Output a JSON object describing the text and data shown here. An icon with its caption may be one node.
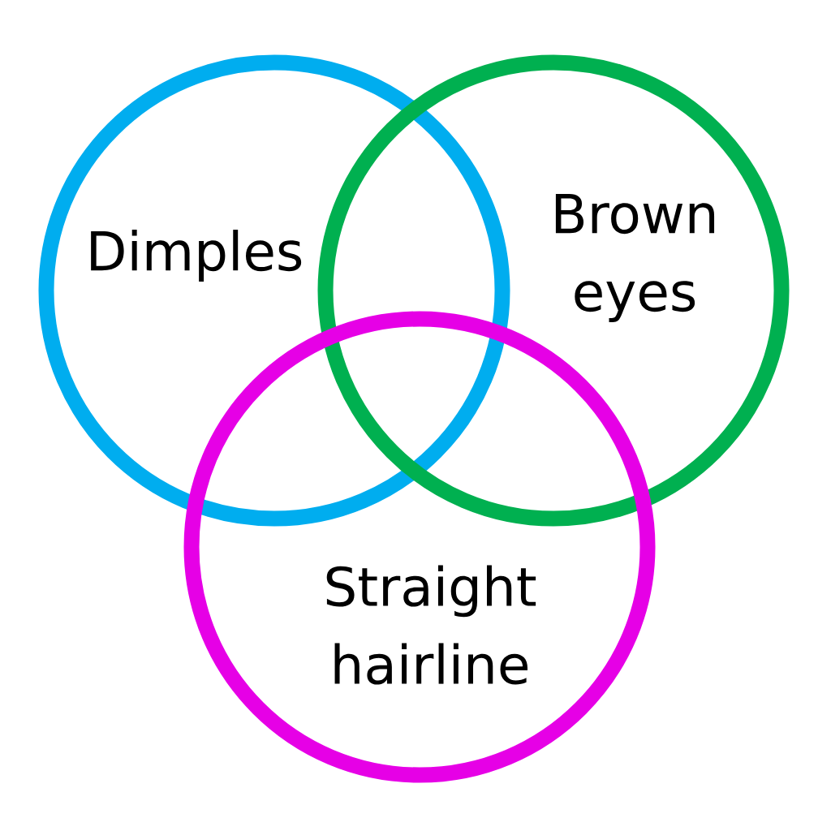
{
  "diagram": {
    "nodes": [
      {
        "text": [
          "Dimples"
        ]
      },
      {
        "text": [
          "Brown eyes"
        ]
      },
      {
        "text": [
          "Straight hairline"
        ]
      }
    ]
  }
}
